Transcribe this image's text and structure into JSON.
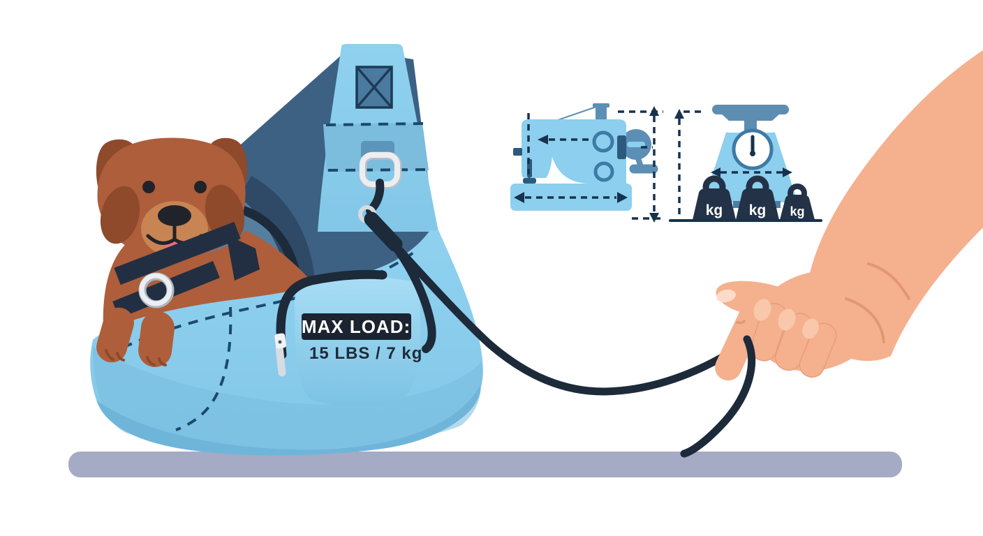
{
  "illustration": {
    "max_load_label": {
      "title": "MAX LOAD:",
      "value": "15 LBS / 7 kg"
    },
    "kg_weights": [
      "kg",
      "kg",
      "kg"
    ],
    "icons": {
      "carrier": "dog-in-sling-carrier",
      "leash": "leash-held-by-hand",
      "machine": "sewing-machine-with-dimension-arrows",
      "scale": "weighing-scale-with-kg-weights"
    },
    "colors": {
      "bag_light_blue": "#8ccfee",
      "bag_shade_blue": "#79bcdf",
      "bag_interior_slate": "#3d6183",
      "navy": "#1d2a3a",
      "stitch_blue": "#1b4a6a",
      "dimension_navy": "#16324e",
      "icon_blue": "#8ccfee",
      "icon_mid_blue": "#5e8db2",
      "dog_brown": "#ae5e3a",
      "dog_dark_brown": "#8e4a2b",
      "dog_tan": "#c98454",
      "tongue_pink": "#ef6e82",
      "skin": "#f5b08e",
      "ground_gray": "#a5aac5",
      "label_bg": "#1b2430",
      "label_text": "#ffffff"
    }
  }
}
